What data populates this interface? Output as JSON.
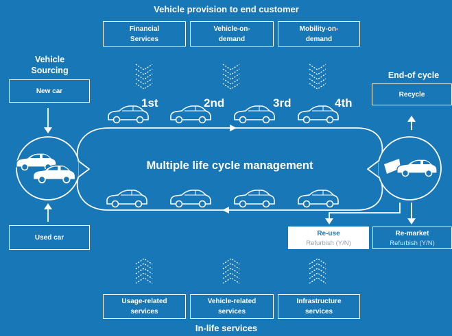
{
  "top_title": "Vehicle provision to end customer",
  "provision_boxes": [
    {
      "label": "Financial\nServices"
    },
    {
      "label": "Vehicle-on-\ndemand"
    },
    {
      "label": "Mobility-on-\ndemand"
    }
  ],
  "sourcing": {
    "title": "Vehicle\nSourcing",
    "new_car": "New car",
    "used_car": "Used car"
  },
  "end_of_cycle": {
    "title": "End-of cycle",
    "recycle": "Recycle"
  },
  "ordinals": [
    "1st",
    "2nd",
    "3rd",
    "4th"
  ],
  "center_title": "Multiple life cycle management",
  "reuse": {
    "title": "Re-use",
    "sub": "Refurbish (Y/N)"
  },
  "remarket": {
    "title": "Re-market",
    "sub": "Refurbish (Y/N)"
  },
  "inlife_boxes": [
    {
      "label": "Usage-related\nservices"
    },
    {
      "label": "Vehicle-related\nservices"
    },
    {
      "label": "Infrastructure\nservices"
    }
  ],
  "bottom_title": "In-life services",
  "colors": {
    "background": "#1877b7",
    "foreground": "#ffffff"
  }
}
